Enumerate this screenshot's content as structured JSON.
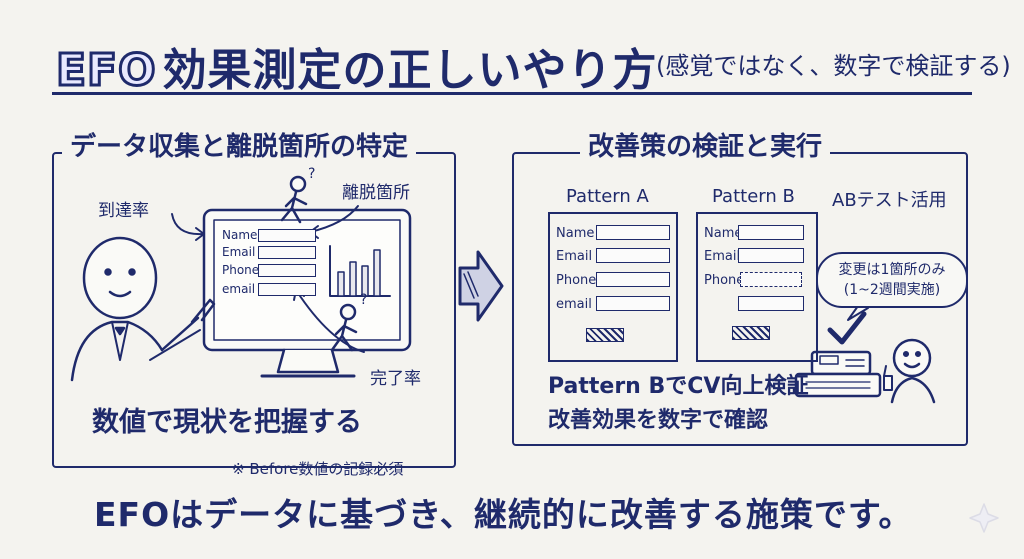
{
  "title": {
    "efo": "EFO",
    "main": "効果測定の正しいやり方",
    "sub": "(感覚ではなく、数字で検証する)"
  },
  "left": {
    "title": "データ収集と離脱箇所の特定",
    "arrival_rate": "到達率",
    "dropoff": "離脱箇所",
    "completion_rate": "完了率",
    "question_mark": "?",
    "form_labels": [
      "Name",
      "Email",
      "Phone",
      "email"
    ],
    "bottom": "数値で現状を把握する"
  },
  "note": "※ Before数値の記録必須",
  "right": {
    "title": "改善策の検証と実行",
    "pattern_a": {
      "title": "Pattern A",
      "labels": [
        "Name",
        "Email",
        "Phone",
        "email"
      ]
    },
    "pattern_b": {
      "title": "Pattern B",
      "labels": [
        "Name",
        "Email",
        "Phone"
      ]
    },
    "ab_test": "ABテスト活用",
    "bubble_line1": "変更は1箇所のみ",
    "bubble_line2": "(1~2週間実施)",
    "bottom_line1": "Pattern BでCV向上検証",
    "bottom_line2": "改善効果を数字で確認"
  },
  "footer": "EFOはデータに基づき、継続的に改善する施策です。",
  "colors": {
    "ink": "#1f2a6b",
    "paper": "#f4f3ef"
  },
  "icons": [
    "person-pointing-icon",
    "walking-person-icon",
    "bar-chart-icon",
    "arrow-right-icon",
    "cash-register-icon",
    "checkmark-icon",
    "thumbs-up-person-icon"
  ]
}
